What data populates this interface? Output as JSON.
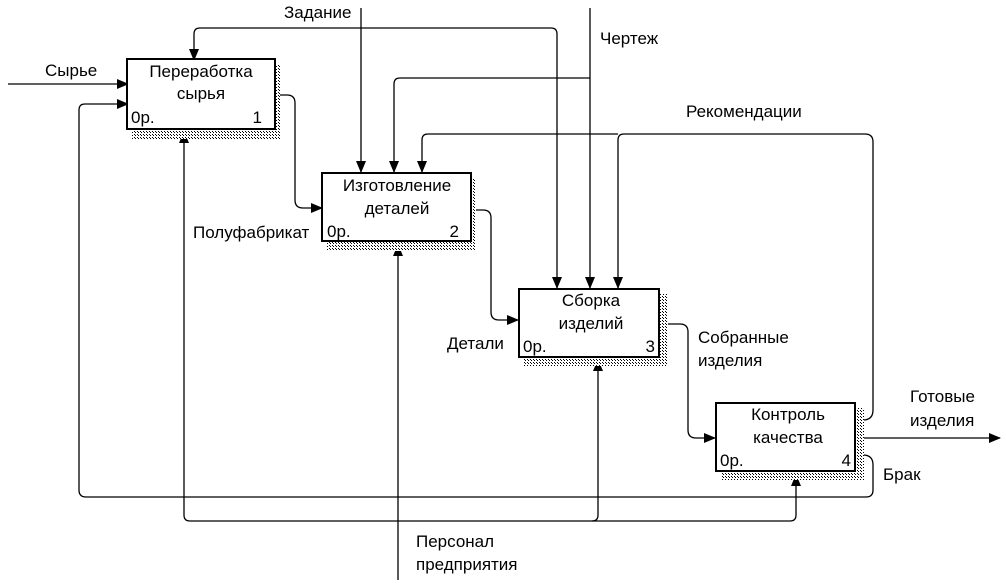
{
  "boxes": [
    {
      "title_lines": [
        "Переработка",
        "сырья"
      ],
      "cost": "0р.",
      "number": "1"
    },
    {
      "title_lines": [
        "Изготовление",
        "деталей"
      ],
      "cost": "0р.",
      "number": "2"
    },
    {
      "title_lines": [
        "Сборка",
        "изделий"
      ],
      "cost": "0р.",
      "number": "3"
    },
    {
      "title_lines": [
        "Контроль",
        "качества"
      ],
      "cost": "0р.",
      "number": "4"
    }
  ],
  "arrows": {
    "raw_material": "Сырье",
    "task": "Задание",
    "drawing": "Чертеж",
    "recommendations": "Рекомендации",
    "semi_product": "Полуфабрикат",
    "parts": "Детали",
    "assembled_1": "Собранные",
    "assembled_2": "изделия",
    "finished_1": "Готовые",
    "finished_2": "изделия",
    "defect": "Брак",
    "personnel_1": "Персонал",
    "personnel_2": "предприятия"
  }
}
